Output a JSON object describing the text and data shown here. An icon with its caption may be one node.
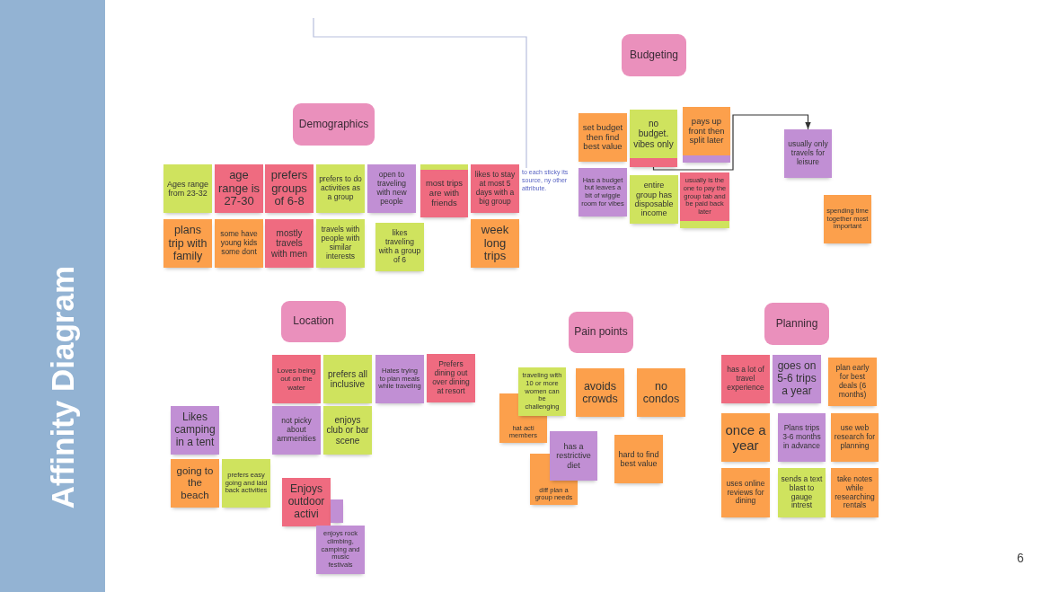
{
  "diagram": {
    "title": "Affinity Diagram",
    "nodes": [
      {
        "text": [
          "Demographics"
        ]
      },
      {
        "text": [
          "Ages range from 23-32"
        ]
      },
      {
        "text": [
          "age range is 27-30"
        ]
      },
      {
        "text": [
          "prefers groups of 6-8"
        ]
      },
      {
        "text": [
          "prefers to do activities as a group"
        ]
      },
      {
        "text": [
          "open to traveling with new people"
        ]
      },
      {
        "text": [],
        "shape": "box"
      },
      {
        "text": [
          "most trips are with friends"
        ]
      },
      {
        "text": [
          "likes to stay at most 5 days with a big group"
        ]
      },
      {
        "text": [
          "to each sticky its source, ny other attribute."
        ]
      },
      {
        "text": [
          "plans trip with family"
        ]
      },
      {
        "text": [
          "some have young kids some dont"
        ]
      },
      {
        "text": [
          "mostly travels with men"
        ]
      },
      {
        "text": [
          "travels with people with similar interests"
        ]
      },
      {
        "text": [
          "likes traveling with a group of 6"
        ]
      },
      {
        "text": [
          "week long trips"
        ]
      },
      {
        "text": [
          "Budgeting"
        ]
      },
      {
        "text": [
          "set budget then find best value"
        ]
      },
      {
        "text": [
          "no budget. vibes only"
        ]
      },
      {
        "text": [
          "pays up front then split later"
        ]
      },
      {
        "text": [],
        "shape": "box"
      },
      {
        "text": [],
        "shape": "box"
      },
      {
        "text": [
          "usually only travels for leisure"
        ]
      },
      {
        "text": [
          "Has a budget but leaves a bit of wiggle room for vibes"
        ]
      },
      {
        "text": [
          "entire group has disposable income"
        ]
      },
      {
        "text": [
          "usually is the one to pay the group tab and be paid back later"
        ]
      },
      {
        "text": [],
        "shape": "box"
      },
      {
        "text": [
          "spending time together most important"
        ]
      },
      {
        "text": [
          "Location"
        ]
      },
      {
        "text": [
          "Loves being out on the water"
        ]
      },
      {
        "text": [
          "prefers all inclusive"
        ]
      },
      {
        "text": [
          "Hates trying to plan meals while traveling"
        ]
      },
      {
        "text": [
          "Prefers dining out over dining at resort"
        ]
      },
      {
        "text": [
          "Likes camping in a tent"
        ]
      },
      {
        "text": [
          "not picky about ammenities"
        ]
      },
      {
        "text": [
          "enjoys club or bar scene"
        ]
      },
      {
        "text": [
          "going to the beach"
        ]
      },
      {
        "text": [
          "prefers easy going and laid back activities"
        ]
      },
      {
        "text": [
          "Enjoys outdoor activi"
        ]
      },
      {
        "text": [],
        "shape": "box"
      },
      {
        "text": [
          "enjoys rock climbing, camping and music festivals"
        ]
      },
      {
        "text": [
          "Pain points"
        ]
      },
      {
        "text": [
          "hat acti members"
        ]
      },
      {
        "text": [
          "traveling with 10 or more women can be challenging"
        ]
      },
      {
        "text": [
          "avoids crowds"
        ]
      },
      {
        "text": [
          "no condos"
        ]
      },
      {
        "text": [
          "diff plan a group needs"
        ]
      },
      {
        "text": [
          "has a restrictive diet"
        ]
      },
      {
        "text": [
          "hard to find best value"
        ]
      },
      {
        "text": [
          "Planning"
        ]
      },
      {
        "text": [
          "has a lot of travel experience"
        ]
      },
      {
        "text": [
          "goes on 5-6 trips a year"
        ]
      },
      {
        "text": [
          "plan early for best deals (6 months)"
        ]
      },
      {
        "text": [
          "once a year"
        ]
      },
      {
        "text": [
          "Plans trips 3-6 months in advance"
        ]
      },
      {
        "text": [
          "use web research for planning"
        ]
      },
      {
        "text": [
          "uses online reviews for dining"
        ]
      },
      {
        "text": [
          "sends a text blast to gauge intrest"
        ]
      },
      {
        "text": [
          "take notes while researching rentals"
        ]
      }
    ],
    "edges": [
      {
        "from": null,
        "to": 9,
        "arrow": "none",
        "color": "#b7bfdd"
      },
      {
        "from": 21,
        "to": 22,
        "arrow": "to",
        "color": "#333333"
      }
    ],
    "labels": [
      "6"
    ]
  }
}
